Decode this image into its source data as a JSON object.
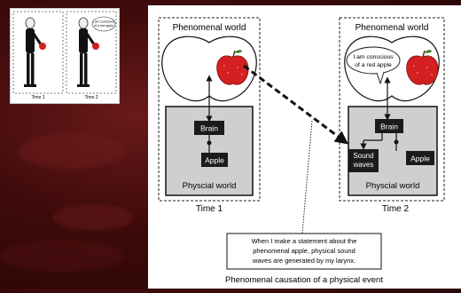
{
  "thumbnail": {
    "panels": [
      {
        "caption": "Time 1"
      },
      {
        "caption": "Time 2",
        "speech": [
          "I am conscious",
          "of a red apple"
        ]
      }
    ]
  },
  "diagram": {
    "left": {
      "phenomenal_title": "Phenomenal world",
      "brain_label": "Brain",
      "apple_label": "Apple",
      "physical_title": "Physcial world",
      "time_label": "Time 1"
    },
    "right": {
      "phenomenal_title": "Phenomenal world",
      "speech": [
        "I am conscious",
        "of a red apple"
      ],
      "brain_label": "Brain",
      "sound_label": [
        "Sound",
        "waves"
      ],
      "apple_label": "Apple",
      "physical_title": "Physcial world",
      "time_label": "Time 2"
    },
    "note": [
      "When I make a statement about the",
      "phenomenal apple, physical sound",
      "waves are generated by my larynx."
    ],
    "caption": "Phenomenal causation of a physical event"
  },
  "colors": {
    "apple_red": "#d42020",
    "physical_gray": "#cfcfcf",
    "node_black": "#1b1b1b",
    "background": "#3d0a0a"
  }
}
